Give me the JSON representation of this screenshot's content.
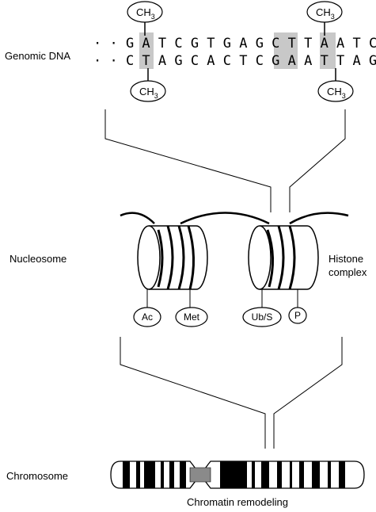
{
  "labels": {
    "genomic_dna": "Genomic DNA",
    "nucleosome": "Nucleosome",
    "histone_line1": "Histone",
    "histone_line2": "complex",
    "chromosome": "Chromosome",
    "caption": "Chromatin remodeling"
  },
  "dna": {
    "top_strand": "· · G A T C G T G A G C T T A A T C G G G C G C · ·",
    "bottom_strand": "· · C T A G C A C T C G A A T T A G C C C G C G · ·",
    "methyl_group": "CH3",
    "highlight_color": "#c8c8c8"
  },
  "histone_marks": [
    "Ac",
    "Met",
    "Ub/S",
    "P"
  ]
}
